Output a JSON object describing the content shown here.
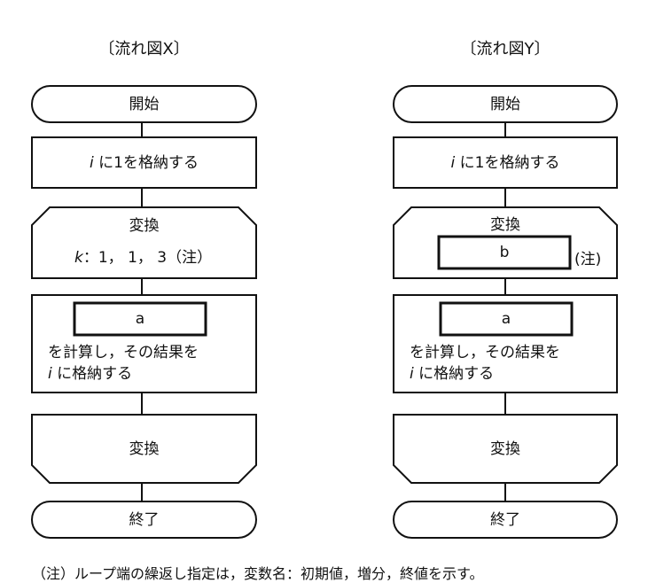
{
  "flowchart_x": {
    "title": "〔流れ図X〕",
    "start": "開始",
    "init": "に1を格納する",
    "init_var": "i",
    "loop_start": "変換",
    "loop_var": "k",
    "loop_spec": "：1， 1， 3（注）",
    "blank": "a",
    "calc_line1": "を計算し，その結果を",
    "calc_var": "i",
    "calc_line2": "に格納する",
    "loop_end": "変換",
    "end": "終了"
  },
  "flowchart_y": {
    "title": "〔流れ図Y〕",
    "start": "開始",
    "init": "に1を格納する",
    "init_var": "i",
    "loop_start": "変換",
    "blank_b": "b",
    "note": "(注)",
    "blank_a": "a",
    "calc_line1": "を計算し，その結果を",
    "calc_var": "i",
    "calc_line2": "に格納する",
    "loop_end": "変換",
    "end": "終了"
  },
  "footnote": "（注）ループ端の繰返し指定は，変数名：初期値，増分，終値を示す。"
}
